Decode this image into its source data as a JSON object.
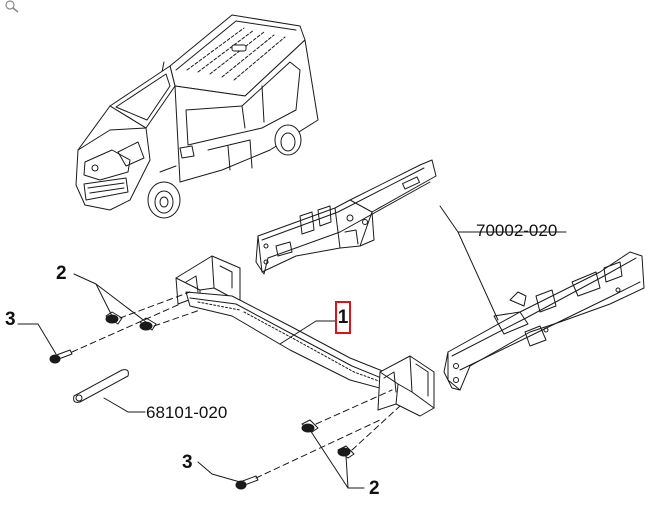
{
  "toolbar": {
    "zoom_icon": "magnifier-icon"
  },
  "callouts": {
    "bolt_pair_top": "2",
    "bolt_single_left": "3",
    "selected_part": "1",
    "chassis_rail": "70002-020",
    "tow_eye": "68101-020",
    "bolt_single_bottom": "3",
    "bolt_pair_bottom": "2"
  },
  "colors": {
    "line": "#1a1a1a",
    "highlight": "#d9141b",
    "background": "#ffffff"
  }
}
